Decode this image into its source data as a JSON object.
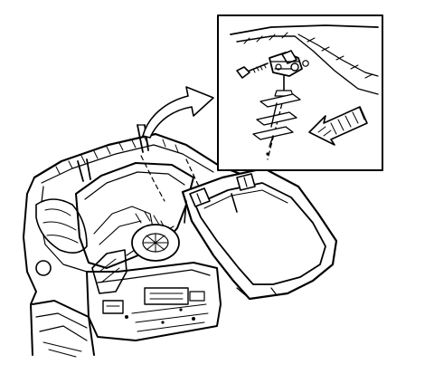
{
  "diagram": {
    "ink_color": "#000000",
    "paper_color": "#ffffff",
    "parts": [
      "vehicle-rear-body",
      "liftgate-panel",
      "inset-detail-box",
      "liftgate-hinge",
      "hinge-bolt",
      "callout-arrow",
      "direction-arrow"
    ]
  }
}
